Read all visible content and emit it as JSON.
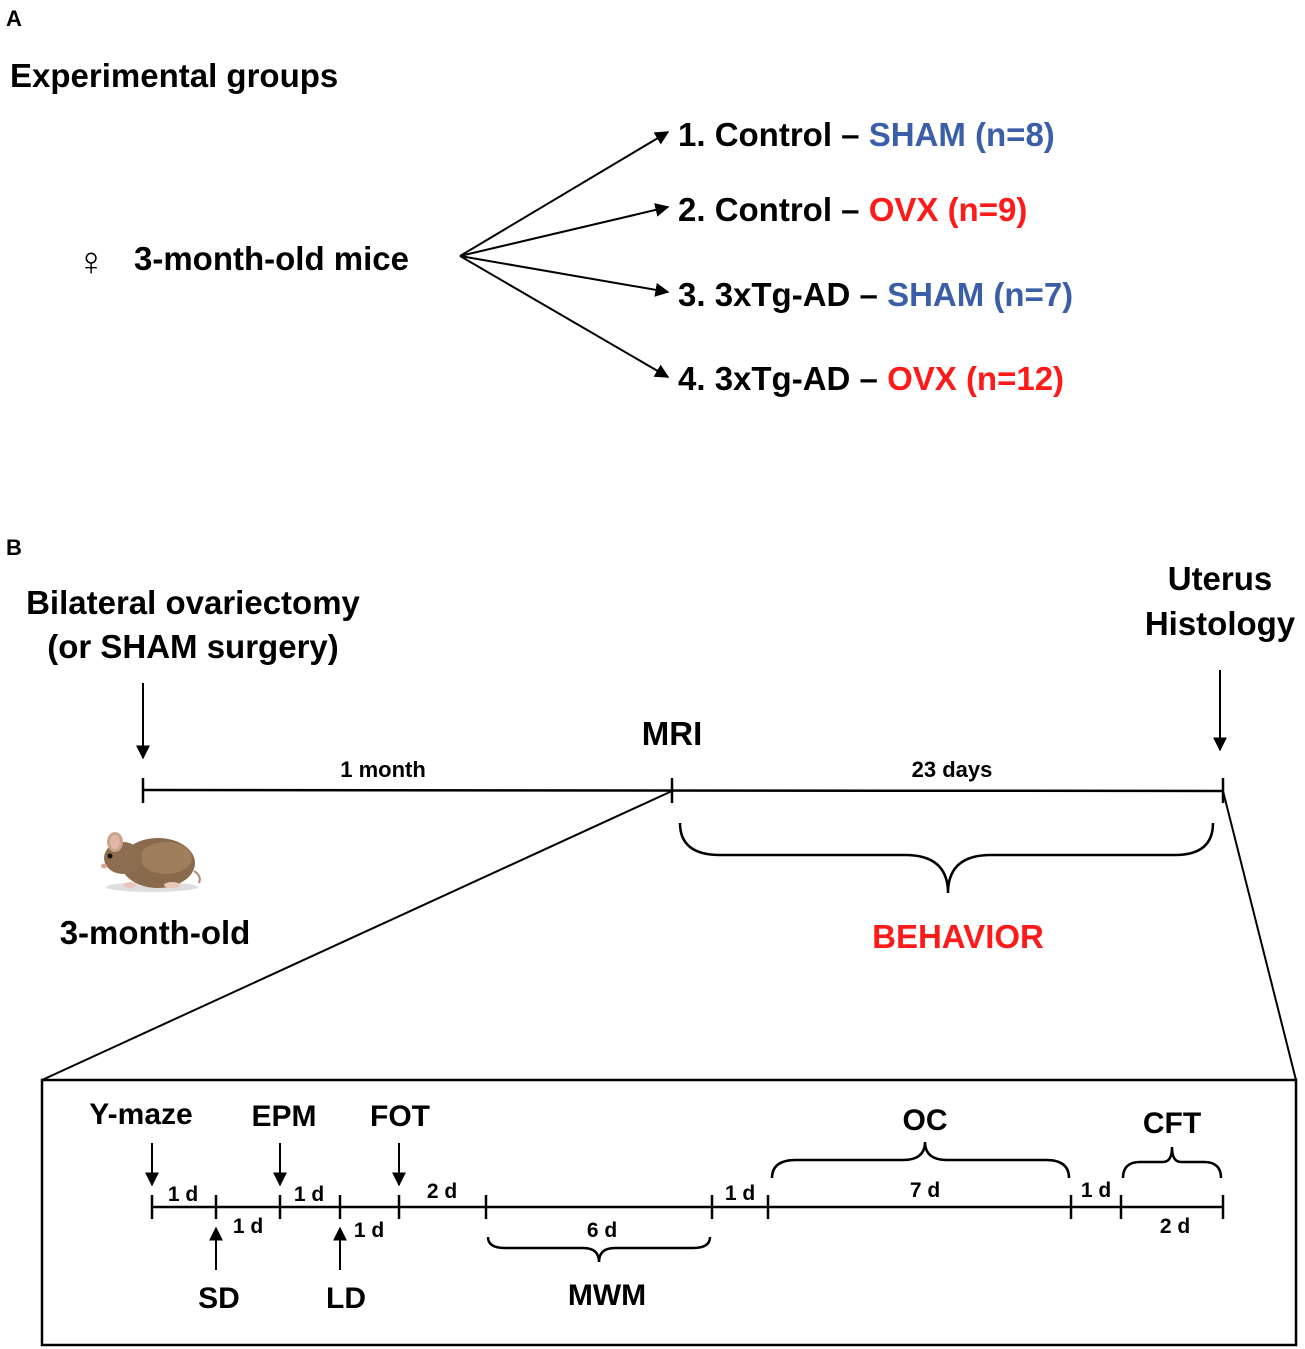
{
  "panel_a": {
    "label": "A",
    "title": "Experimental groups",
    "source_symbol": "♀",
    "source": "3-month-old mice",
    "groups": [
      {
        "prefix": "1. Control – ",
        "condition": "SHAM",
        "n": "(n=8)",
        "color": "#3a5ea8"
      },
      {
        "prefix": "2. Control – ",
        "condition": "OVX",
        "n": "(n=9)",
        "color": "#ff1a1a"
      },
      {
        "prefix": "3. 3xTg-AD – ",
        "condition": "SHAM",
        "n": "(n=7)",
        "color": "#3a5ea8"
      },
      {
        "prefix": "4. 3xTg-AD – ",
        "condition": "OVX",
        "n": "(n=12)",
        "color": "#ff1a1a"
      }
    ]
  },
  "panel_b": {
    "label": "B",
    "surgery_line1": "Bilateral ovariectomy",
    "surgery_line2": "(or SHAM surgery)",
    "uterus_line1": "Uterus",
    "uterus_line2": "Histology",
    "mri": "MRI",
    "interval1": "1 month",
    "interval2": "23 days",
    "age": "3-month-old",
    "behavior": "BEHAVIOR",
    "behavior_color": "#ff1a1a",
    "tests_top": [
      "Y-maze",
      "EPM",
      "FOT",
      "OC",
      "CFT"
    ],
    "tests_bottom": [
      "SD",
      "LD",
      "MWM"
    ],
    "durations_top": [
      "1 d",
      "1 d",
      "2 d",
      "1 d",
      "7 d",
      "1 d"
    ],
    "durations_bottom": [
      "1 d",
      "1 d",
      "6 d",
      "2 d"
    ]
  }
}
